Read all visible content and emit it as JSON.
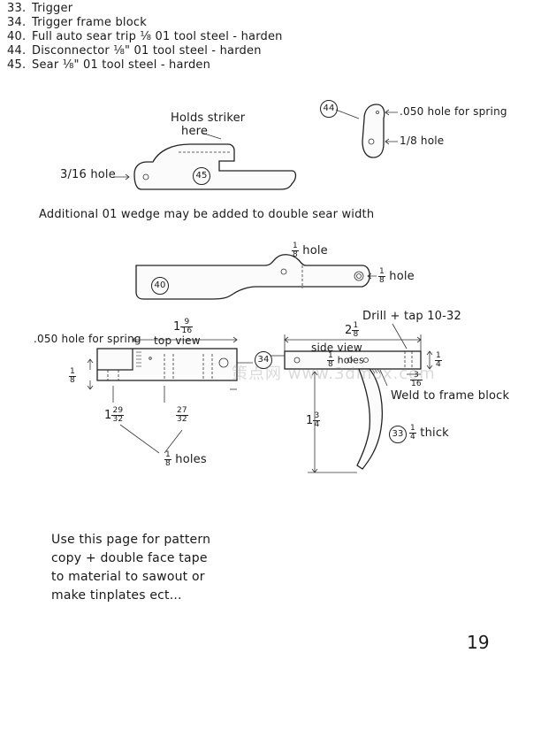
{
  "parts_list": [
    {
      "num": "33.",
      "text": "Trigger"
    },
    {
      "num": "34.",
      "text": "Trigger frame block"
    },
    {
      "num": "40.",
      "text": "Full auto sear trip ⅛ 01 tool steel - harden"
    },
    {
      "num": "44.",
      "text": "Disconnector ⅛\" 01 tool steel - harden"
    },
    {
      "num": "45.",
      "text": "Sear ⅛\" 01 tool steel - harden"
    }
  ],
  "sear": {
    "label_holds": "Holds striker",
    "label_here": "here",
    "hole_label": "3/16 hole",
    "part_number": "45"
  },
  "disconnector": {
    "part_number": "44",
    "spring_hole_label": ".050 hole for spring",
    "hole_label": "1/8 hole"
  },
  "wedge_note": "Additional 01 wedge may be added to double sear width",
  "trip": {
    "part_number": "40",
    "hole_top_label": "hole",
    "hole_top_frac": {
      "n": "1",
      "d": "8"
    },
    "hole_right_label": "hole",
    "hole_right_frac": {
      "n": "1",
      "d": "8"
    }
  },
  "frame_block": {
    "part_number": "34",
    "spring_label": ".050 hole for spring",
    "top_view_label": "top view",
    "width_whole": "1",
    "width_frac": {
      "n": "9",
      "d": "16"
    },
    "height_frac": {
      "n": "1",
      "d": "8"
    },
    "dim_a_whole": "1",
    "dim_a_frac": {
      "n": "29",
      "d": "32"
    },
    "dim_b_frac": {
      "n": "27",
      "d": "32"
    },
    "holes_frac": {
      "n": "1",
      "d": "8"
    },
    "holes_label": "holes"
  },
  "trigger": {
    "part_number": "33",
    "drill_label": "Drill + tap 10-32",
    "side_view_label": "side view",
    "holes_label": "holes",
    "holes_frac": {
      "n": "1",
      "d": "8"
    },
    "width_whole": "2",
    "width_frac": {
      "n": "1",
      "d": "8"
    },
    "right_dim_frac": {
      "n": "1",
      "d": "4"
    },
    "small_dim_frac": {
      "n": "3",
      "d": "16"
    },
    "weld_label": "Weld to frame block",
    "length_whole": "1",
    "length_frac": {
      "n": "3",
      "d": "4"
    },
    "thick_frac": {
      "n": "1",
      "d": "4"
    },
    "thick_label": "thick"
  },
  "instructions": [
    "Use this page for pattern",
    "copy + double face tape",
    "to material to sawout or",
    "make tinplates ect..."
  ],
  "page_number": "19",
  "watermark": "策点网 www.3dmox.com"
}
